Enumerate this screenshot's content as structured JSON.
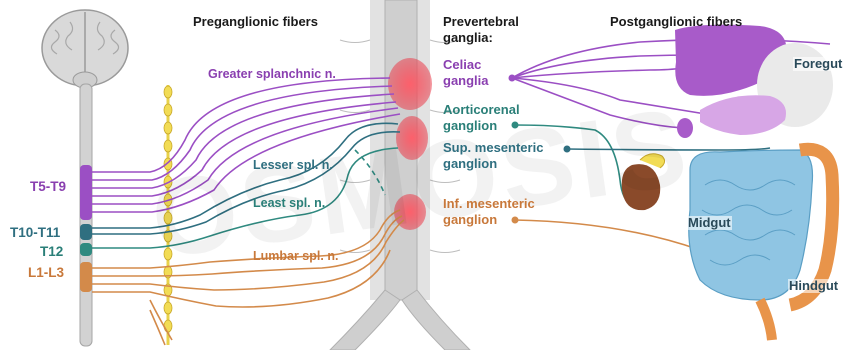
{
  "headers": {
    "preganglionic": "Preganglionic fibers",
    "prevertebral_line1": "Prevertebral",
    "prevertebral_line2": "ganglia:",
    "postganglionic": "Postganglionic fibers"
  },
  "segments": {
    "t5_t9": "T5-T9",
    "t10_t11": "T10-T11",
    "t12": "T12",
    "l1_l3": "L1-L3"
  },
  "nerves": {
    "greater": "Greater splanchnic n.",
    "lesser": "Lesser spl. n.",
    "least": "Least spl. n.",
    "lumbar": "Lumbar spl. n."
  },
  "ganglia": {
    "celiac_line1": "Celiac",
    "celiac_line2": "ganglia",
    "aorticorenal_line1": "Aorticorenal",
    "aorticorenal_line2": "ganglion",
    "sup_mesenteric_line1": "Sup. mesenteric",
    "sup_mesenteric_line2": "ganglion",
    "inf_mesenteric_line1": "Inf. mesenteric",
    "inf_mesenteric_line2": "ganglion"
  },
  "gut_regions": {
    "foregut": "Foregut",
    "midgut": "Midgut",
    "hindgut": "Hindgut"
  },
  "watermark": "OSMOSIS",
  "colors": {
    "purple": "#9b4fc4",
    "teal": "#2f8a80",
    "orange": "#d38a4a",
    "spinal_cord": "#c9c9c9",
    "sympathetic_chain": "#e8d24a",
    "ganglion_red": "#e8414f",
    "aorta": "#d4d4d4",
    "liver": "#a85bc9",
    "pancreas": "#d7a6e6",
    "kidney": "#8a4a2a",
    "small_intestine": "#8fc5e3",
    "colon": "#e8944a"
  }
}
